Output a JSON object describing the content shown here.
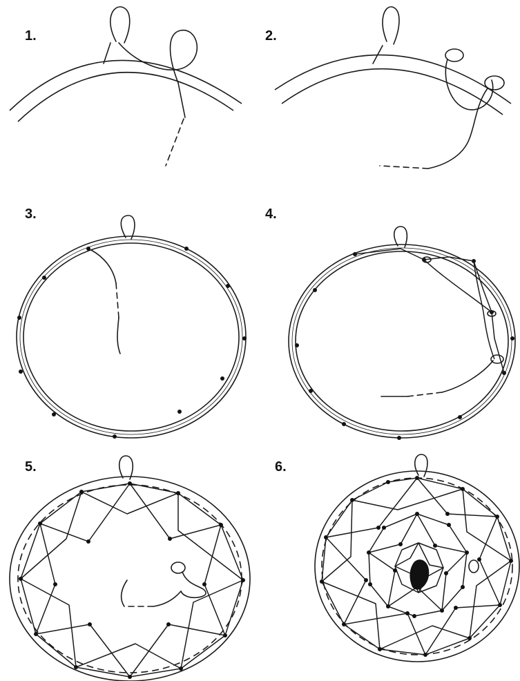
{
  "steps": [
    {
      "label": "1."
    },
    {
      "label": "2."
    },
    {
      "label": "3."
    },
    {
      "label": "4."
    },
    {
      "label": "5."
    },
    {
      "label": "6."
    }
  ],
  "colors": {
    "ink": "#1a1a1a",
    "paper": "#ffffff"
  }
}
